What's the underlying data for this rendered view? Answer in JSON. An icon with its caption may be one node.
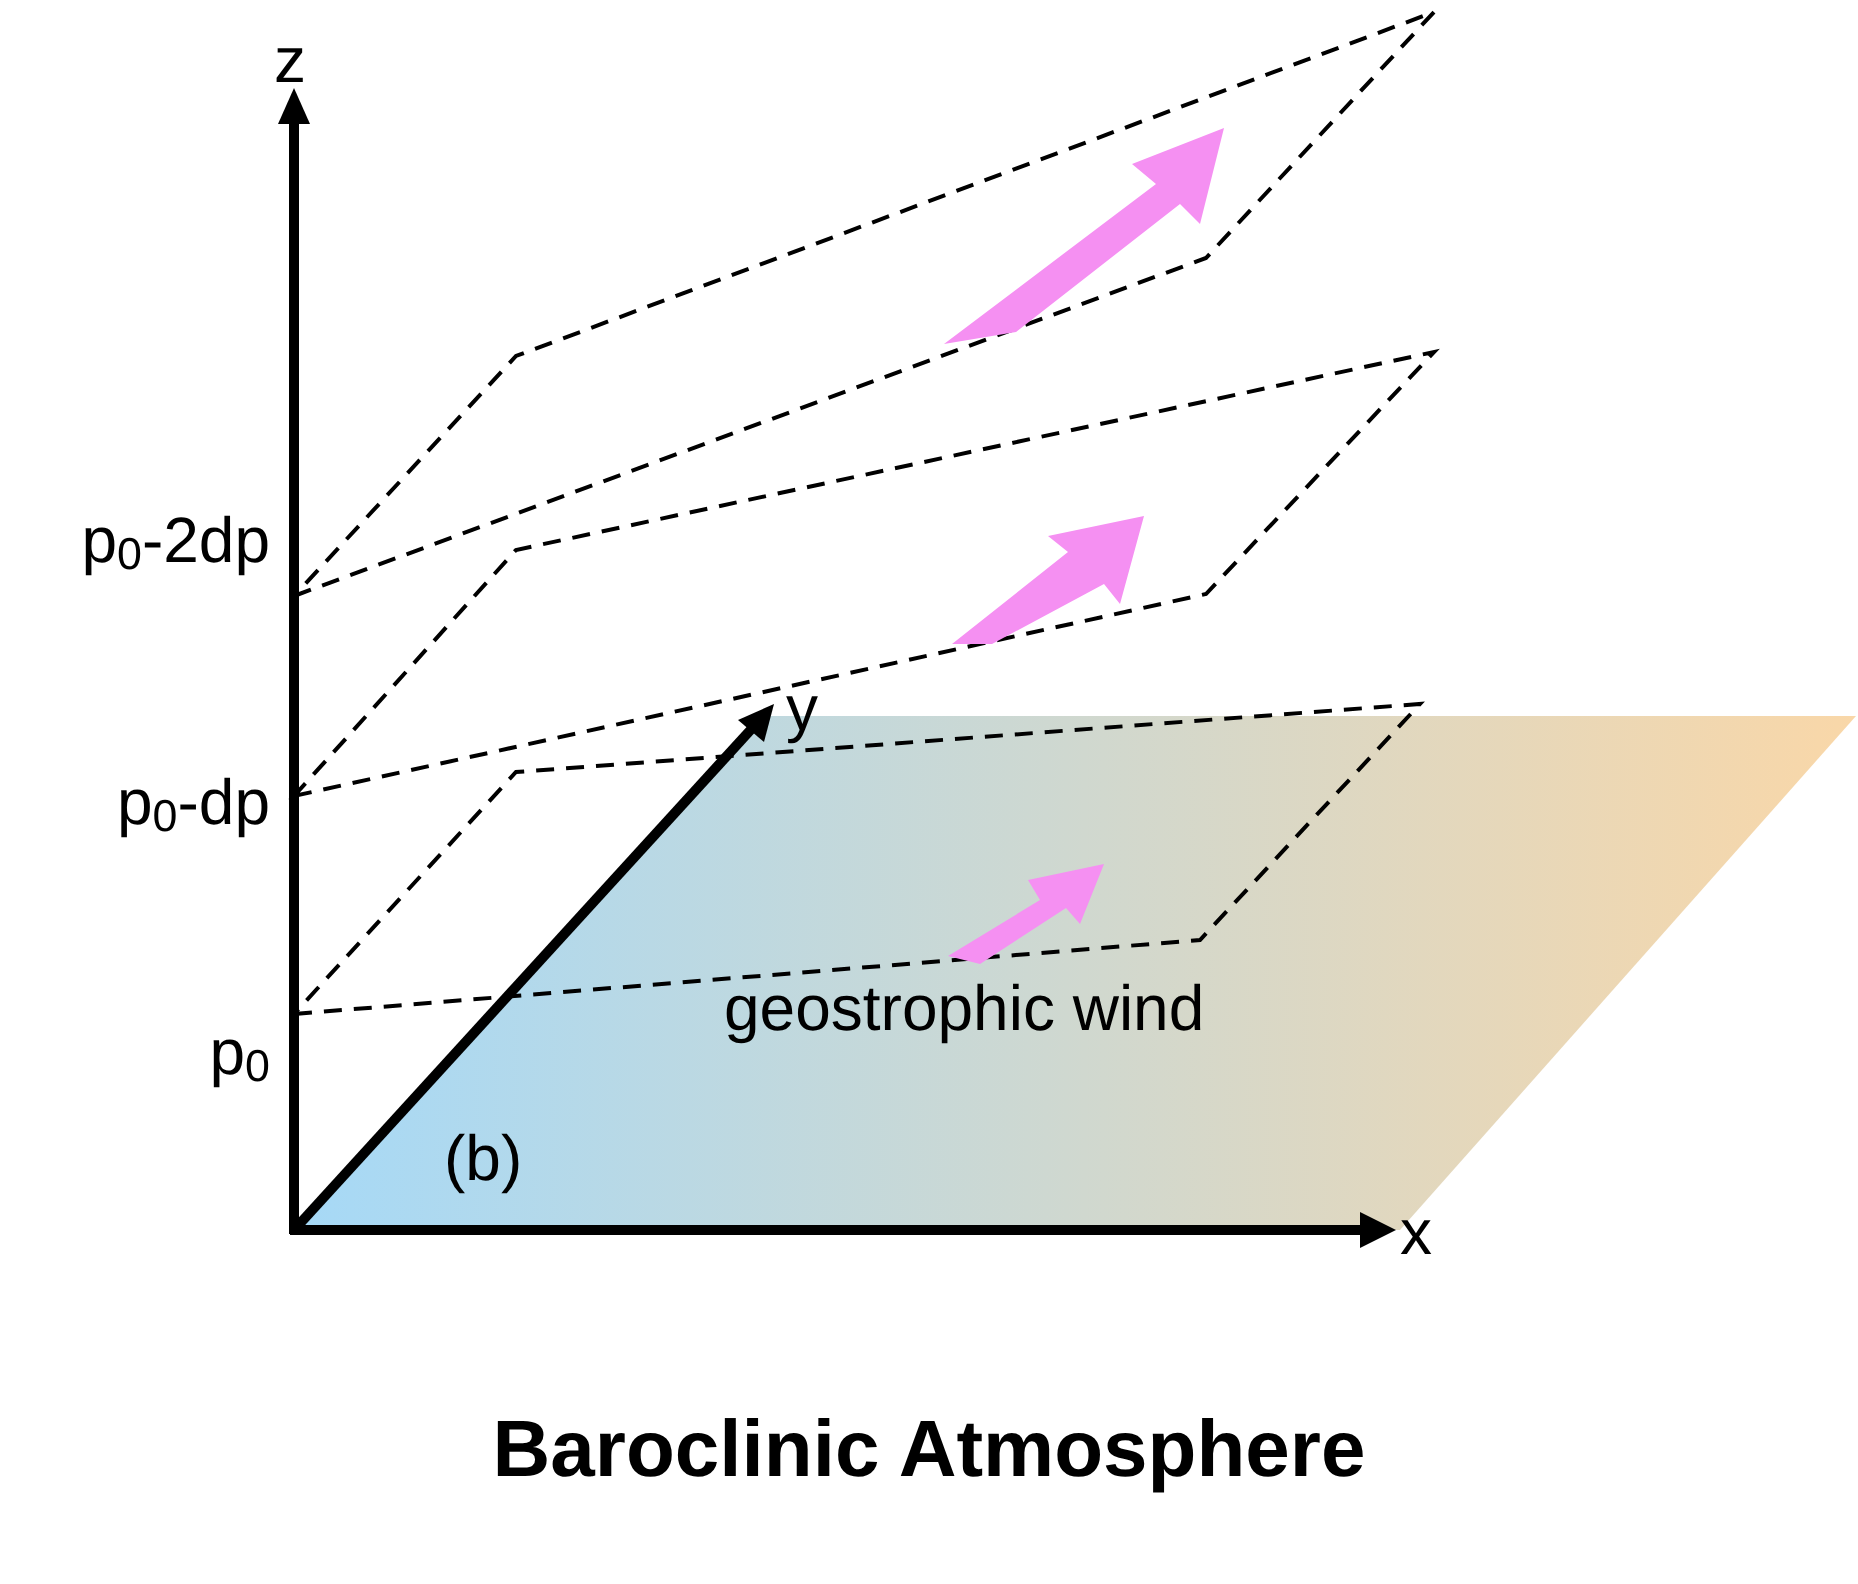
{
  "diagram": {
    "title": "Baroclinic Atmosphere",
    "labels": [
      "z",
      "p$_{0}$-2dp",
      "y",
      "p$_{0}$-dp",
      "geostrophic wind",
      "p$_{0}$",
      "(b)",
      "x"
    ]
  }
}
